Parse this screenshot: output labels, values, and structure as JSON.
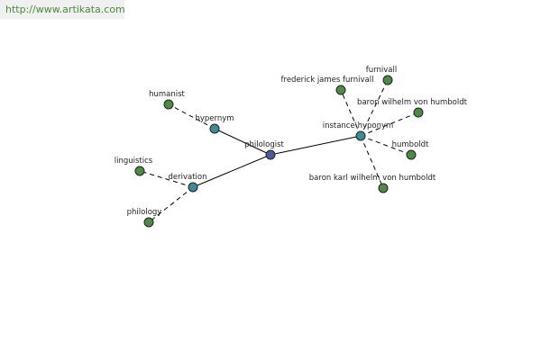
{
  "watermark": {
    "url": "http://www.artikata.com"
  },
  "colors": {
    "center": "#4a5a9a",
    "relation": "#3f8a94",
    "leaf": "#4d8a46"
  },
  "graph": {
    "nodes": [
      {
        "id": "philologist",
        "label": "philologist",
        "kind": "center"
      },
      {
        "id": "hypernym",
        "label": "hypernym",
        "kind": "relation"
      },
      {
        "id": "derivation",
        "label": "derivation",
        "kind": "relation"
      },
      {
        "id": "instance-hyponym",
        "label": "instance\\hyponym",
        "kind": "relation"
      },
      {
        "id": "humanist",
        "label": "humanist",
        "kind": "leaf"
      },
      {
        "id": "linguistics",
        "label": "linguistics",
        "kind": "leaf"
      },
      {
        "id": "philology",
        "label": "philology",
        "kind": "leaf"
      },
      {
        "id": "frederick-james-furnivall",
        "label": "frederick james furnivall",
        "kind": "leaf"
      },
      {
        "id": "furnivall",
        "label": "furnivall",
        "kind": "leaf"
      },
      {
        "id": "baron-wilhelm-von-humboldt",
        "label": "baron wilhelm von humboldt",
        "kind": "leaf"
      },
      {
        "id": "humboldt",
        "label": "humboldt",
        "kind": "leaf"
      },
      {
        "id": "baron-karl-wilhelm-von-humboldt",
        "label": "baron karl wilhelm von humboldt",
        "kind": "leaf"
      }
    ],
    "edges": [
      {
        "from": "philologist",
        "to": "hypernym",
        "style": "solid"
      },
      {
        "from": "philologist",
        "to": "derivation",
        "style": "solid"
      },
      {
        "from": "philologist",
        "to": "instance-hyponym",
        "style": "solid"
      },
      {
        "from": "hypernym",
        "to": "humanist",
        "style": "dashed"
      },
      {
        "from": "derivation",
        "to": "linguistics",
        "style": "dashed"
      },
      {
        "from": "derivation",
        "to": "philology",
        "style": "dashed"
      },
      {
        "from": "instance-hyponym",
        "to": "frederick-james-furnivall",
        "style": "dashed"
      },
      {
        "from": "instance-hyponym",
        "to": "furnivall",
        "style": "dashed"
      },
      {
        "from": "instance-hyponym",
        "to": "baron-wilhelm-von-humboldt",
        "style": "dashed"
      },
      {
        "from": "instance-hyponym",
        "to": "humboldt",
        "style": "dashed"
      },
      {
        "from": "instance-hyponym",
        "to": "baron-karl-wilhelm-von-humboldt",
        "style": "dashed"
      }
    ]
  }
}
